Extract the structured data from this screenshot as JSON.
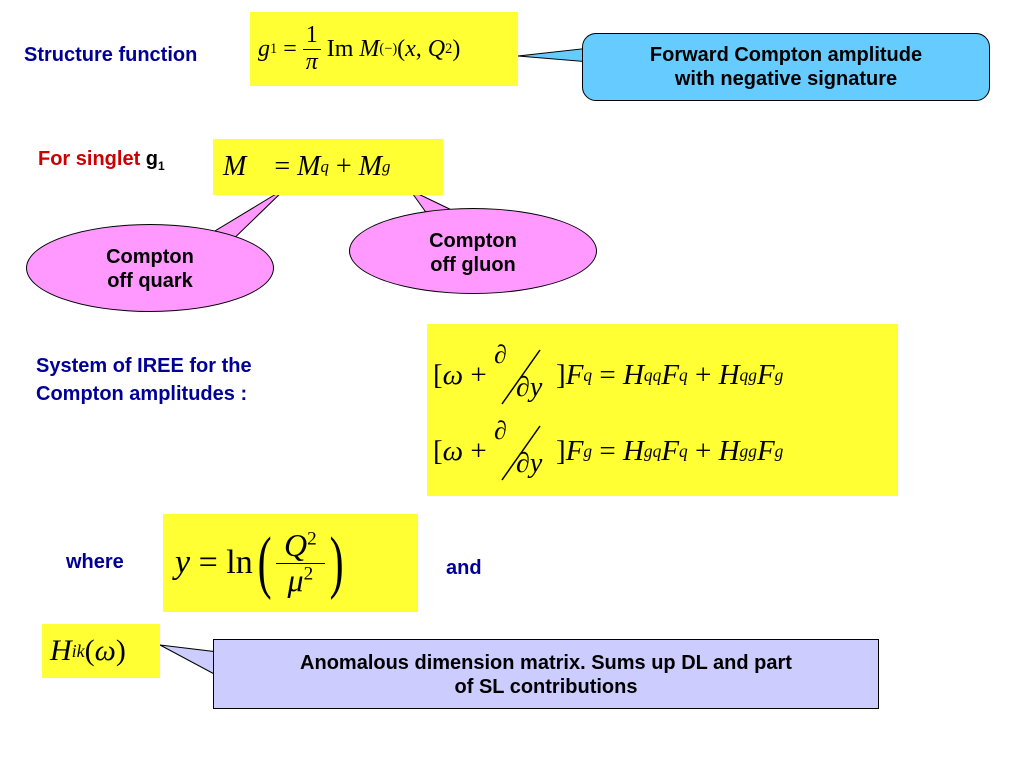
{
  "labels": {
    "structure_function": "Structure function",
    "for_singlet": "For singlet",
    "g1_symbol": "g",
    "g1_subscript": "1",
    "system_line1": "System of IREE for the",
    "system_line2": "Compton amplitudes :",
    "where": "where",
    "and": "and"
  },
  "callouts": {
    "forward_line1": "Forward Compton amplitude",
    "forward_line2": "with negative signature",
    "quark_line1": "Compton",
    "quark_line2": "off quark",
    "gluon_line1": "Compton",
    "gluon_line2": "off gluon",
    "anomalous_line1": "Anomalous dimension matrix. Sums up DL and part",
    "anomalous_line2": "of SL contributions"
  },
  "colors": {
    "label_blue": "#000099",
    "singlet_red": "#cc0000",
    "equation_yellow": "#ffff33",
    "forward_blue": "#66ccff",
    "compton_pink": "#ff99ff",
    "anomalous_lavender": "#ccccff"
  }
}
